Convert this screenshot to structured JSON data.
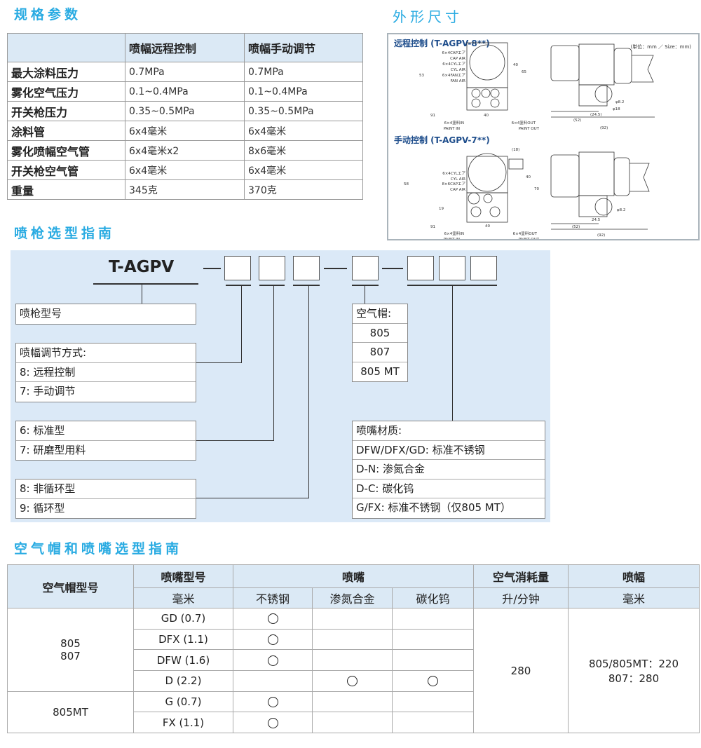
{
  "spec": {
    "title": "规格参数",
    "headers": [
      "",
      "喷幅远程控制",
      "喷幅手动调节"
    ],
    "rows": [
      [
        "最大涂料压力",
        "0.7MPa",
        "0.7MPa"
      ],
      [
        "雾化空气压力",
        "0.1~0.4MPa",
        "0.1~0.4MPa"
      ],
      [
        "开关枪压力",
        "0.35~0.5MPa",
        "0.35~0.5MPa"
      ],
      [
        "涂料管",
        "6x4毫米",
        "6x4毫米"
      ],
      [
        "雾化喷幅空气管",
        "6x4毫米x2",
        "8x6毫米"
      ],
      [
        "开关枪空气管",
        "6x4毫米",
        "6x4毫米"
      ],
      [
        "重量",
        "345克",
        "370克"
      ]
    ]
  },
  "dims": {
    "title": "外形尺寸",
    "unit": "(単位：mm ／ Size：mm)",
    "remote": {
      "title": "远程控制 (T-AGPV-8**)",
      "labels": [
        "6×4CAPエア",
        "CAP AIR",
        "6×4CYLエア",
        "CYL AIR",
        "6×4FANエア",
        "FAN AIR",
        "6×4塗料IN",
        "PAINT IN",
        "6×4塗料OUT",
        "PAINT OUT"
      ],
      "nums": [
        "53",
        "40",
        "65",
        "40",
        "91",
        "(24.5)",
        "(52)",
        "(92)",
        "φ8.2",
        "φ18"
      ]
    },
    "manual": {
      "title": "手动控制 (T-AGPV-7**)",
      "labels": [
        "6×4CYLエア",
        "CYL AIR",
        "8×6CAPエア",
        "CAP AIR",
        "6×4塗料IN",
        "PAINT IN",
        "6×4塗料OUT",
        "PAINT OUT"
      ],
      "nums": [
        "(18)",
        "58",
        "40",
        "70",
        "19",
        "40",
        "91",
        "24.5",
        "(52)",
        "(92)",
        "φ8.2"
      ]
    }
  },
  "guide": {
    "title": "喷枪选型指南",
    "model": "T-AGPV",
    "gun_model": "喷枪型号",
    "spray": [
      "喷幅调节方式:",
      "8: 远程控制",
      "7: 手动调节"
    ],
    "type": [
      "6: 标准型",
      "7: 研磨型用料"
    ],
    "circ": [
      "8: 非循环型",
      "9: 循环型"
    ],
    "cap": [
      "空气帽:",
      "805",
      "807",
      "805 MT"
    ],
    "nozzle": [
      "喷嘴材质:",
      "DFW/DFX/GD: 标准不锈钢",
      "D-N: 渗氮合金",
      "D-C: 碳化钨",
      "G/FX: 标准不锈钢（仅805 MT）"
    ]
  },
  "sel": {
    "title": "空气帽和喷嘴选型指南",
    "h1": [
      "空气帽型号",
      "喷嘴型号",
      "喷嘴",
      "空气消耗量",
      "喷幅"
    ],
    "h2": [
      "毫米",
      "不锈钢",
      "渗氮合金",
      "碳化钨",
      "升/分钟",
      "毫米"
    ],
    "caps": [
      "805\n807",
      "805MT"
    ],
    "nozzles": [
      "GD (0.7)",
      "DFX (1.1)",
      "DFW (1.6)",
      "D (2.2)",
      "G (0.7)",
      "FX (1.1)"
    ],
    "marks": [
      [
        1,
        0,
        0
      ],
      [
        1,
        0,
        0
      ],
      [
        1,
        0,
        0
      ],
      [
        0,
        1,
        1
      ],
      [
        1,
        0,
        0
      ],
      [
        1,
        0,
        0
      ]
    ],
    "air": "280",
    "width": "805/805MT：220\n807：280"
  }
}
